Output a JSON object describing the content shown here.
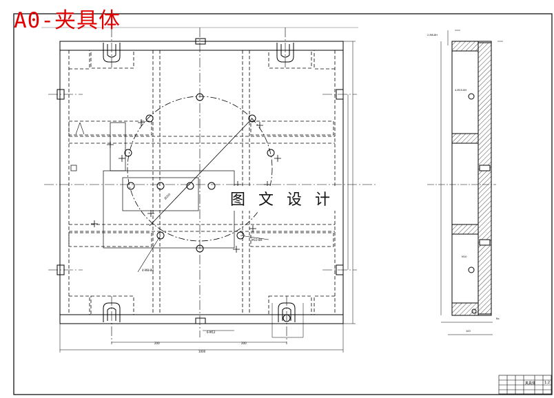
{
  "title": "A0-夹具体",
  "watermark": "图 文 设 计",
  "title_block": {
    "name": "夹具体",
    "scale": "1:2"
  }
}
